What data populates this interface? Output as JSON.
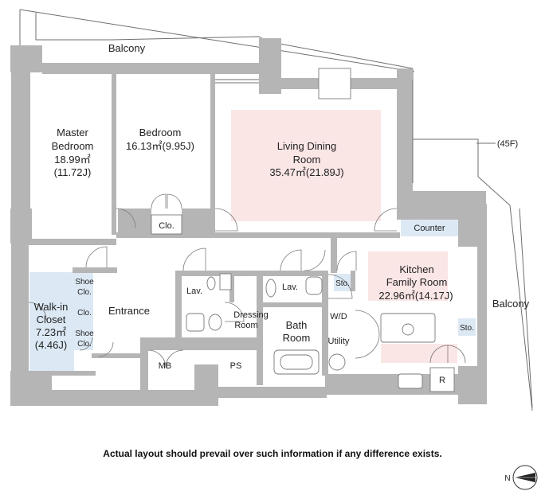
{
  "rooms": {
    "balcony_top": "Balcony",
    "master_bedroom": {
      "name_line1": "Master",
      "name_line2": "Bedroom",
      "area": "18.99㎡",
      "tatami": "(11.72J)"
    },
    "bedroom": {
      "name": "Bedroom",
      "area_line": "16.13㎡(9.95J)"
    },
    "living_dining": {
      "name_line1": "Living Dining",
      "name_line2": "Room",
      "area_line": "35.47㎡(21.89J)"
    },
    "floor_tag": "(45F)",
    "counter": "Counter",
    "kitchen": {
      "name_line1": "Kitchen",
      "name_line2": "Family Room",
      "area_line": "22.96㎡(14.17J)"
    },
    "balcony_right": "Balcony",
    "walk_in_closet": {
      "name_line1": "Walk-in",
      "name_line2": "Closet",
      "area": "7.23㎡",
      "tatami": "(4.46J)"
    },
    "shoe_clo_1": {
      "line1": "Shoe",
      "line2": "Clo."
    },
    "clo_mid": "Clo.",
    "shoe_clo_2": {
      "line1": "Shoe",
      "line2": "Clo."
    },
    "entrance": "Entrance",
    "lav_1": "Lav.",
    "lav_2": "Lav.",
    "dressing": {
      "line1": "Dressing",
      "line2": "Room"
    },
    "bath": {
      "line1": "Bath",
      "line2": "Room"
    },
    "wd": "W/D",
    "utility": "Utility",
    "sto_1": "Sto.",
    "sto_2": "Sto.",
    "clo_bedroom": "Clo.",
    "mb": "MB",
    "ps": "PS",
    "refrigerator": "R"
  },
  "disclaimer": "Actual layout should prevail over such information if any difference exists.",
  "compass": {
    "letter": "N"
  },
  "colors": {
    "wall": "#b5b5b5",
    "highlight": "#fbe6e6",
    "closet": "#dce9f5",
    "storage": "#dce9f5"
  }
}
